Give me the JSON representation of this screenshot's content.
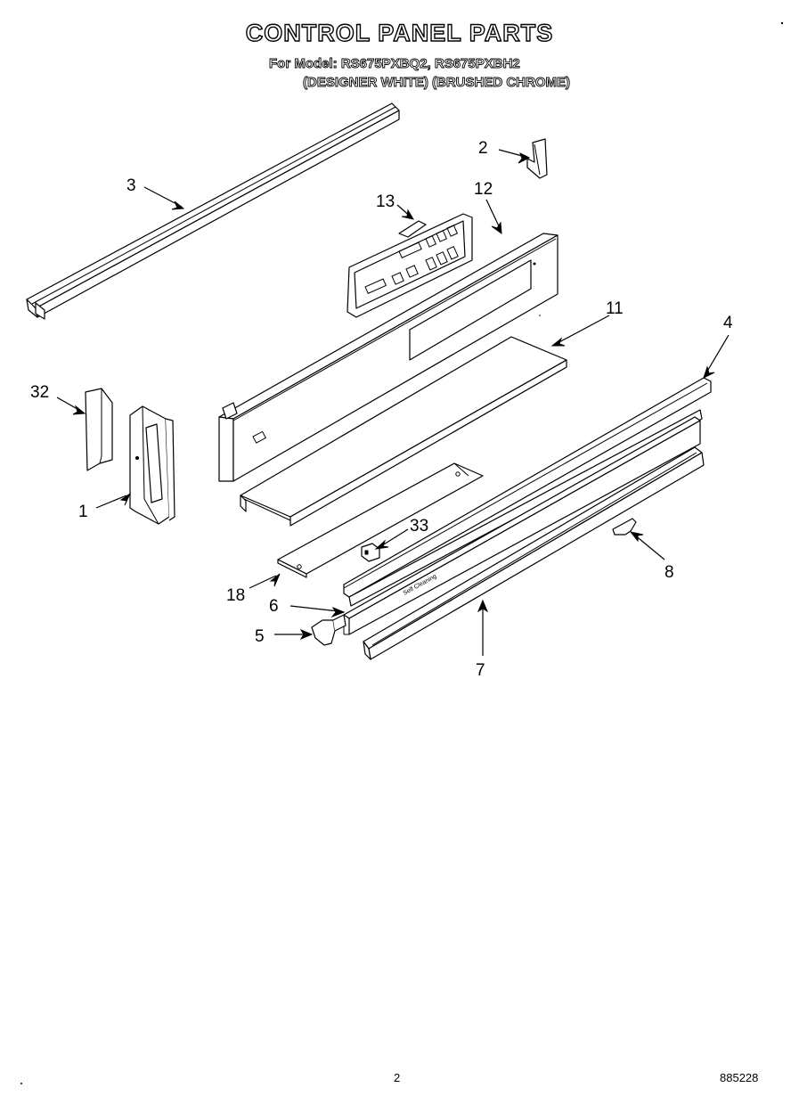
{
  "header": {
    "title": "CONTROL PANEL PARTS",
    "model_line": "For Model: RS675PXBQ2, RS675PXBH2",
    "finish_line": "(DESIGNER WHITE) (BRUSHED CHROME)"
  },
  "callouts": {
    "p1": "1",
    "p2": "2",
    "p3": "3",
    "p4": "4",
    "p5": "5",
    "p6": "6",
    "p7": "7",
    "p8": "8",
    "p11": "11",
    "p12": "12",
    "p13": "13",
    "p18": "18",
    "p32": "32",
    "p33": "33"
  },
  "part_markings": {
    "trim_text": "Self   Cleaning"
  },
  "footer": {
    "page_number": "2",
    "doc_number": "885228"
  }
}
